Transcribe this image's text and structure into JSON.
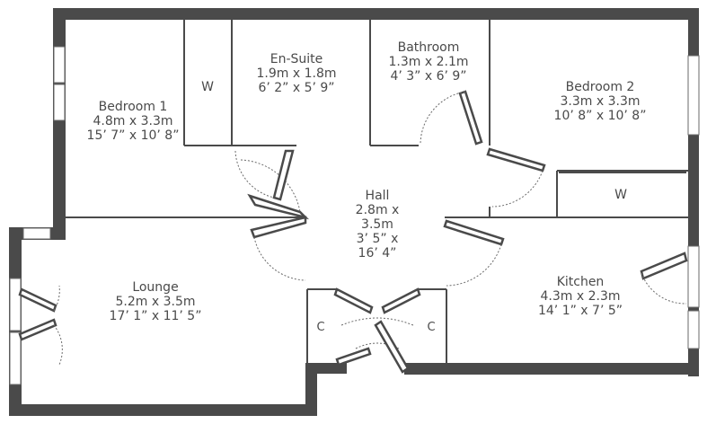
{
  "rooms": {
    "bedroom1": {
      "name": "Bedroom 1",
      "metric": "4.8m x 3.3m",
      "imperial": "15’ 7” x 10’ 8”"
    },
    "ensuite": {
      "name": "En-Suite",
      "metric": "1.9m x 1.8m",
      "imperial": "6’ 2” x 5’ 9”"
    },
    "bathroom": {
      "name": "Bathroom",
      "metric": "1.3m x 2.1m",
      "imperial": "4’ 3” x 6’ 9”"
    },
    "bedroom2": {
      "name": "Bedroom 2",
      "metric": "3.3m x 3.3m",
      "imperial": "10’ 8” x 10’ 8”"
    },
    "hall": {
      "name": "Hall",
      "metric_1": "2.8m x",
      "metric_2": "3.5m",
      "imperial_1": "3’ 5” x",
      "imperial_2": "16’ 4”"
    },
    "lounge": {
      "name": "Lounge",
      "metric": "5.2m x 3.5m",
      "imperial": "17’ 1” x 11’ 5”"
    },
    "kitchen": {
      "name": "Kitchen",
      "metric": "4.3m x 2.3m",
      "imperial": "14’ 1” x 7’ 5”"
    }
  },
  "fixtures": {
    "wardrobe1": "W",
    "wardrobe2": "W",
    "cupboard1": "C",
    "cupboard2": "C"
  },
  "colors": {
    "wall": "#4a4a4a",
    "background": "#ffffff"
  }
}
